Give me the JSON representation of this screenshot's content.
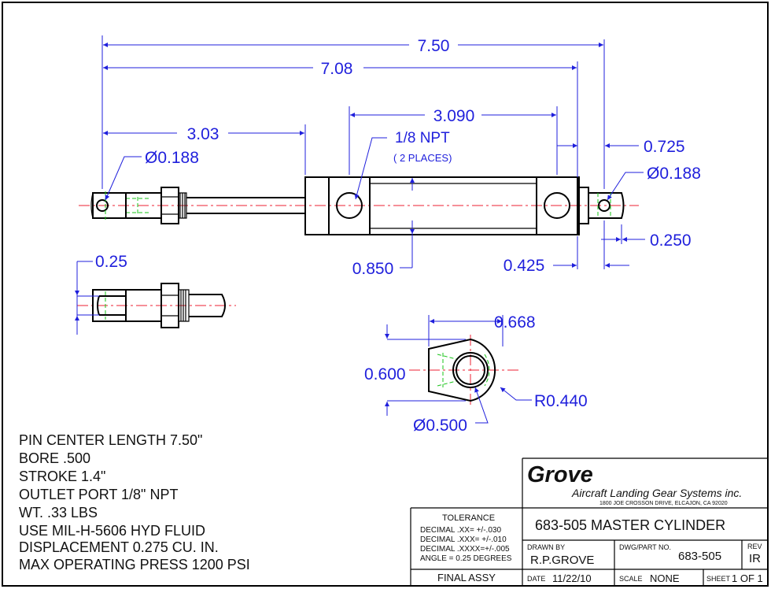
{
  "dimensions": {
    "overall_length": "7.50",
    "pin_center_length": "7.08",
    "port_spacing": "3.090",
    "rod_end_length": "3.03",
    "rod_pin_dia": "Ø0.188",
    "port_callout": "1/8 NPT",
    "port_places": "( 2 PLACES)",
    "end_extension": "0.725",
    "end_pin_dia": "Ø0.188",
    "end_slot": "0.250",
    "body_dia": "0.850",
    "end_offset": "0.425",
    "clevis_slot": "0.25",
    "eye_length": "0.668",
    "eye_height": "0.600",
    "eye_radius": "R0.440",
    "eye_hole": "Ø0.500"
  },
  "notes": [
    "PIN CENTER LENGTH 7.50\"",
    "BORE .500",
    "STROKE 1.4\"",
    "OUTLET PORT 1/8\" NPT",
    "WT. .33 LBS",
    "USE MIL-H-5606 HYD FLUID",
    "DISPLACEMENT 0.275 CU. IN.",
    "MAX OPERATING PRESS 1200 PSI"
  ],
  "title_block": {
    "company": "Grove",
    "company_full": "Aircraft Landing Gear Systems inc.",
    "address": "1800 JOE CROSSON DRIVE, ELCAJON, CA 92020",
    "title": "683-505 MASTER CYLINDER",
    "tolerance_heading": "TOLERANCE",
    "tolerances": [
      "DECIMAL .XX= +/-.030",
      "DECIMAL .XXX= +/-.010",
      "DECIMAL .XXXX=+/-.005",
      "ANGLE = 0.25 DEGREES"
    ],
    "drawn_by_label": "DRAWN BY",
    "drawn_by": "R.P.GROVE",
    "part_no_label": "DWG/PART NO.",
    "part_no": "683-505",
    "rev_label": "REV",
    "rev": "IR",
    "assembly": "FINAL ASSY",
    "date_label": "DATE",
    "date": "11/22/10",
    "scale_label": "SCALE",
    "scale": "NONE",
    "sheet_label": "SHEET",
    "sheet": "1 OF 1"
  },
  "colors": {
    "dimension": "#1f1fdc",
    "centerline": "#e23",
    "hidden": "#19c419",
    "object": "#000000"
  }
}
